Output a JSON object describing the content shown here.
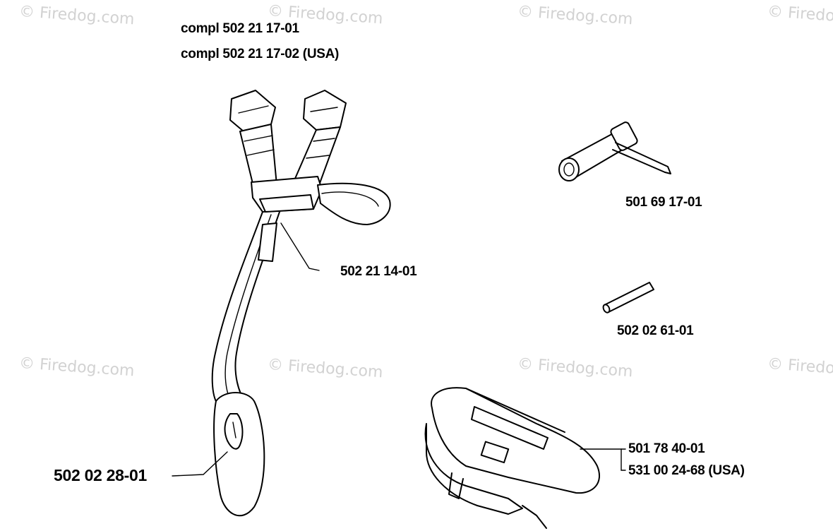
{
  "watermark": {
    "text": "© Firedog.com",
    "color": "#d2d2d2"
  },
  "header": {
    "line1": "compl 502 21 17-01",
    "line2": "compl 502 21 17-02 (USA)"
  },
  "parts": {
    "harness_clip": "502 21 14-01",
    "hip_pad": "502 02 28-01",
    "combination_wrench": "501 69  17-01",
    "pin": "502 02 61-01",
    "carry_bag": "501 78 40-01",
    "carry_bag_usa": "531 00 24-68 (USA)"
  }
}
